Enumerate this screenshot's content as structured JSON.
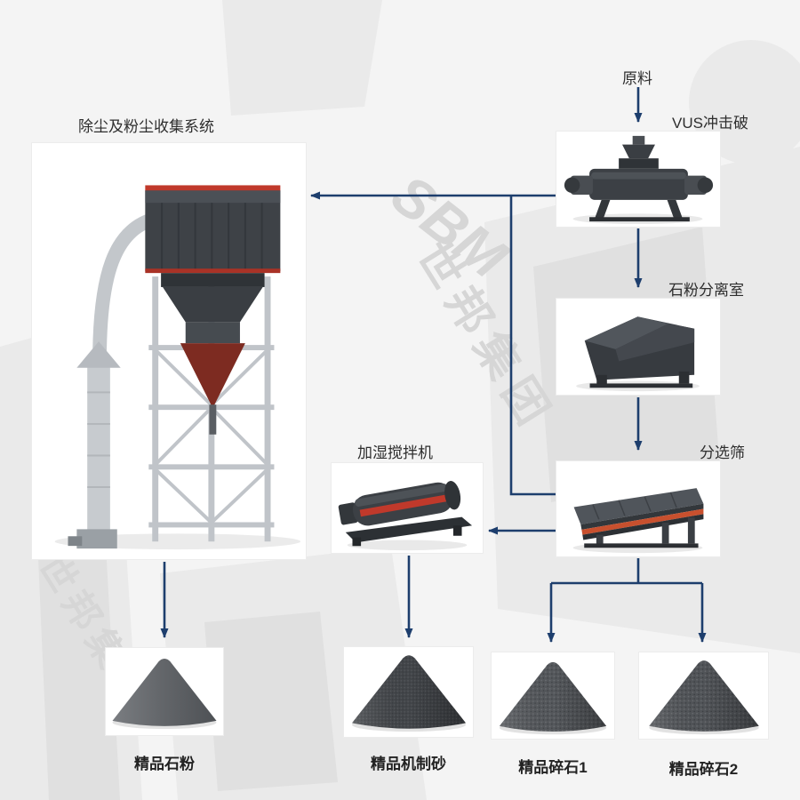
{
  "watermark": {
    "company_cn": "世邦集团",
    "company_en": "SBM"
  },
  "colors": {
    "arrow": "#1d3e6d",
    "accent_red": "#c0392b",
    "machine_dark": "#3a3e43",
    "background": "#f4f4f4",
    "panel": "#ffffff"
  },
  "nodes": {
    "dust_system": {
      "label": "除尘及粉尘收集系统"
    },
    "raw_material": {
      "label": "原料"
    },
    "vus_crusher": {
      "label": "VUS冲击破"
    },
    "separator": {
      "label": "石粉分离室"
    },
    "screen": {
      "label": "分选筛"
    },
    "mixer": {
      "label": "加湿搅拌机"
    }
  },
  "products": [
    {
      "label": "精品石粉"
    },
    {
      "label": "精品机制砂"
    },
    {
      "label": "精品碎石1"
    },
    {
      "label": "精品碎石2"
    }
  ]
}
